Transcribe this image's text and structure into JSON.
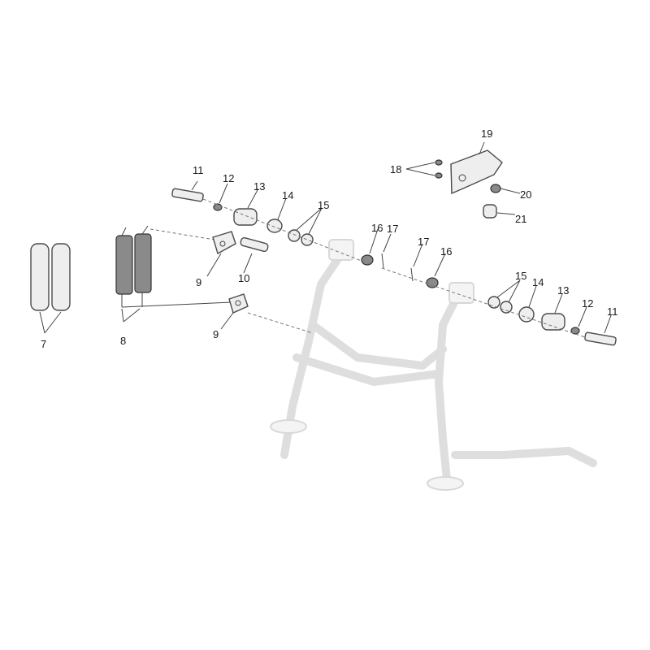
{
  "callouts": {
    "c7": "7",
    "c8": "8",
    "c9a": "9",
    "c9b": "9",
    "c10": "10",
    "c11a": "11",
    "c12a": "12",
    "c13a": "13",
    "c14a": "14",
    "c15a": "15",
    "c16a": "16",
    "c17a": "17",
    "c17b": "17",
    "c16b": "16",
    "c15b": "15",
    "c14b": "14",
    "c13b": "13",
    "c12b": "12",
    "c11b": "11",
    "c18": "18",
    "c19": "19",
    "c20": "20",
    "c21": "21"
  },
  "colors": {
    "background": "#ffffff",
    "line": "#4a4a4a",
    "label": "#1a1a1a",
    "faded_stand": "#dedede"
  }
}
